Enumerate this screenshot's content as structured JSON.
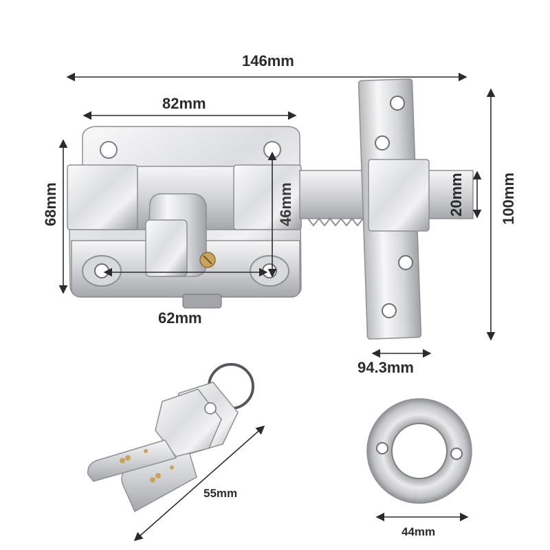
{
  "product": {
    "labels": {
      "overall_width": "146mm",
      "body_width": "82mm",
      "body_height": "68mm",
      "mount_hole_spacing_v": "46mm",
      "mount_hole_spacing_h": "62mm",
      "bolt_width": "20mm",
      "keeper_height": "100mm",
      "keeper_depth": "94.3mm",
      "key_length": "55mm",
      "escutcheon_diameter": "44mm"
    }
  },
  "colors": {
    "metal_light": "#f4f4f6",
    "metal_mid": "#c9cace",
    "metal_dark": "#8d8f94",
    "brass": "#c8a45a",
    "line": "#2b2b2b"
  },
  "icons": [
    "lock-body-icon",
    "keeper-plate-icon",
    "key-icon",
    "escutcheon-ring-icon"
  ]
}
